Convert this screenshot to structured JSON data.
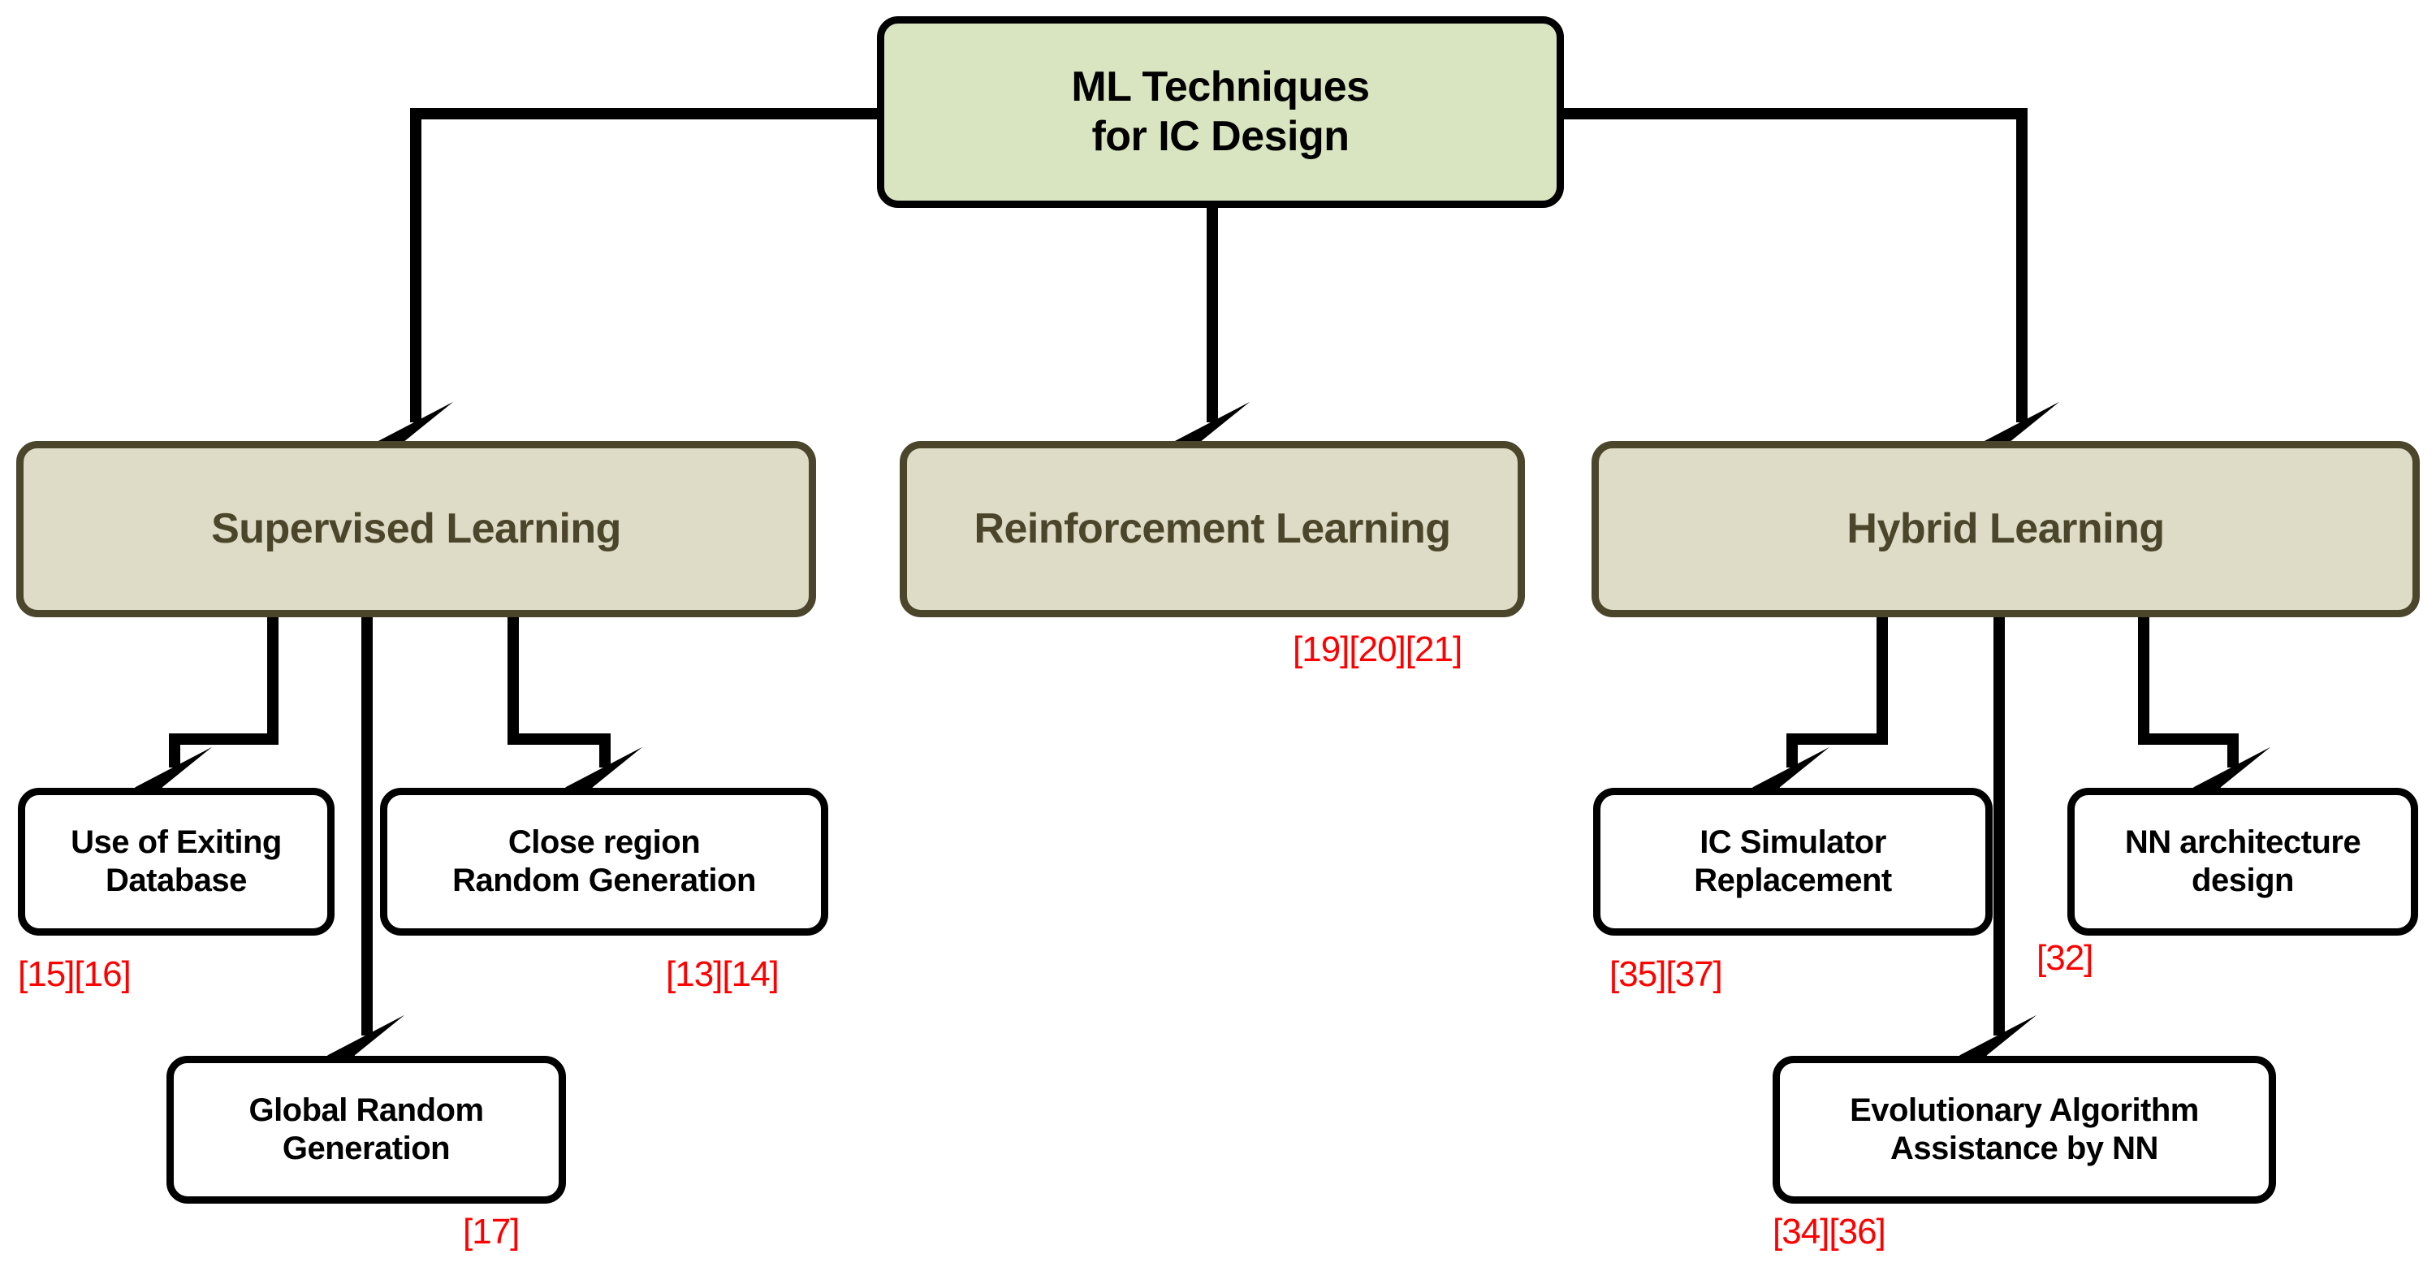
{
  "diagram": {
    "title": "ML Techniques for IC Design",
    "type": "tree-taxonomy",
    "colors": {
      "root_fill": "#d9e5c0",
      "root_border": "#000000",
      "level2_fill": "#dedbc6",
      "level2_border": "#4a452b",
      "level2_text": "#4a452b",
      "leaf_fill": "#ffffff",
      "leaf_border": "#000000",
      "citation_text": "#ff0000",
      "connector": "#000000",
      "background": "#ffffff"
    }
  },
  "root": {
    "label": "ML Techniques\nfor IC Design"
  },
  "level2": [
    {
      "label": "Supervised Learning",
      "citation": ""
    },
    {
      "label": "Reinforcement Learning",
      "citation": "[19][20][21]"
    },
    {
      "label": "Hybrid Learning",
      "citation": ""
    }
  ],
  "leaves": [
    {
      "label": "Use of Exiting\nDatabase",
      "citation": "[15][16]",
      "parent": "Supervised Learning"
    },
    {
      "label": "Close region\nRandom Generation",
      "citation": "[13][14]",
      "parent": "Supervised Learning"
    },
    {
      "label": "Global Random\nGeneration",
      "citation": "[17]",
      "parent": "Supervised Learning"
    },
    {
      "label": "IC Simulator\nReplacement",
      "citation": "[35][37]",
      "parent": "Hybrid Learning"
    },
    {
      "label": "NN architecture\ndesign",
      "citation": "",
      "parent": "Hybrid Learning"
    },
    {
      "label": "Evolutionary Algorithm\nAssistance by NN",
      "citation": "[34][36]",
      "parent": "Hybrid Learning"
    }
  ],
  "extra_citations": [
    {
      "text": "[32]"
    }
  ]
}
